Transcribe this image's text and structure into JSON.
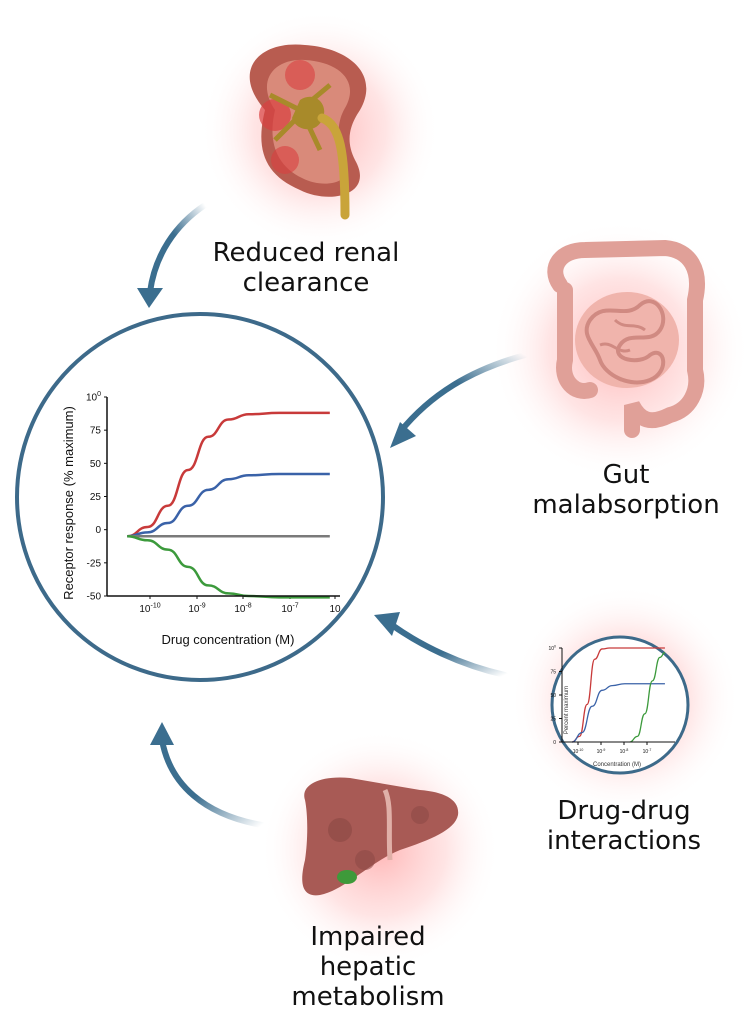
{
  "labels": {
    "renal": [
      "Reduced renal",
      "clearance"
    ],
    "gut": [
      "Gut",
      "malabsorption"
    ],
    "ddi": [
      "Drug-drug",
      "interactions"
    ],
    "hepatic": [
      "Impaired",
      "hepatic",
      "metabolism"
    ]
  },
  "colors": {
    "arrow": "#3b6e8f",
    "ring": "#3d6a8a",
    "glow": "#ff9a9a",
    "series_red": "#c83a3a",
    "series_blue": "#3a62a8",
    "series_green": "#3c9a3c",
    "series_gray": "#7a7a7a"
  },
  "chart_data": [
    {
      "type": "line",
      "ylabel": "Receptor response (% maximum)",
      "xlabel": "Drug concentration (M)",
      "ylim": [
        -50,
        100
      ],
      "yticks": [
        "100",
        "75",
        "50",
        "25",
        "0",
        "-25",
        "-50"
      ],
      "xticks": [
        "10-10",
        "10-9",
        "10-8",
        "10-7",
        "10"
      ],
      "series": [
        {
          "color": "#c83a3a",
          "x": [
            -10.6,
            -10.2,
            -9.8,
            -9.4,
            -9.0,
            -8.6,
            -8.2,
            -7.6,
            -7.0,
            -6.6
          ],
          "y": [
            -5,
            2,
            18,
            45,
            70,
            83,
            87,
            88,
            88,
            88
          ]
        },
        {
          "color": "#3a62a8",
          "x": [
            -10.6,
            -10.2,
            -9.8,
            -9.4,
            -9.0,
            -8.6,
            -8.2,
            -7.6,
            -7.0,
            -6.6
          ],
          "y": [
            -5,
            -2,
            5,
            18,
            30,
            38,
            41,
            42,
            42,
            42
          ]
        },
        {
          "color": "#7a7a7a",
          "x": [
            -10.6,
            -6.6
          ],
          "y": [
            -5,
            -5
          ]
        },
        {
          "color": "#3c9a3c",
          "x": [
            -10.6,
            -10.2,
            -9.8,
            -9.4,
            -9.0,
            -8.6,
            -8.2,
            -7.6,
            -7.0,
            -6.6
          ],
          "y": [
            -5,
            -8,
            -15,
            -28,
            -42,
            -48,
            -50,
            -51,
            -51,
            -51
          ]
        }
      ]
    },
    {
      "type": "line",
      "ylabel": "Percent maximum",
      "xlabel": "Concentration (M)",
      "ylim": [
        0,
        100
      ],
      "yticks": [
        "100",
        "75",
        "50",
        "25",
        "0"
      ],
      "xticks": [
        "10-10",
        "10-9",
        "10-8",
        "10-7"
      ],
      "series": [
        {
          "color": "#c83a3a",
          "x": [
            -10.6,
            -10.3,
            -10.0,
            -9.7,
            -9.4,
            -9.1,
            -8.5,
            -7.5,
            -6.9
          ],
          "y": [
            0,
            6,
            40,
            88,
            99,
            100,
            100,
            100,
            100
          ]
        },
        {
          "color": "#3a62a8",
          "x": [
            -10.6,
            -10.2,
            -9.8,
            -9.4,
            -9.0,
            -8.5,
            -7.5,
            -6.9
          ],
          "y": [
            0,
            10,
            38,
            55,
            60,
            62,
            62,
            62
          ]
        },
        {
          "color": "#3c9a3c",
          "x": [
            -8.3,
            -8.0,
            -7.7,
            -7.4,
            -7.1,
            -6.9
          ],
          "y": [
            0,
            6,
            30,
            65,
            90,
            95
          ]
        }
      ]
    }
  ]
}
